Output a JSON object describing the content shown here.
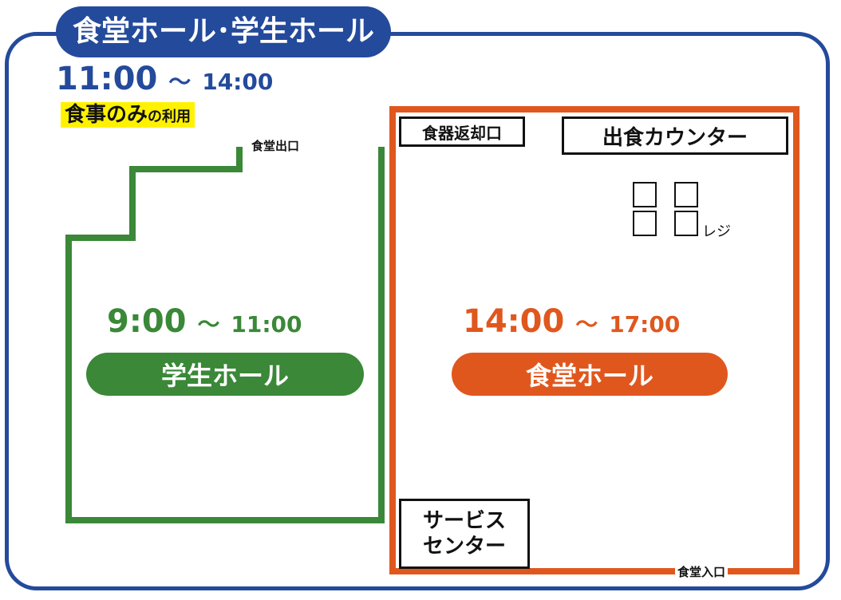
{
  "title": "食堂ホール･学生ホール",
  "overall_hours": {
    "start": "11:00",
    "end": "14:00"
  },
  "overall_note": {
    "main": "食事のみ",
    "suffix": "の利用"
  },
  "student_hall": {
    "label": "学生ホール",
    "start": "9:00",
    "end": "11:00",
    "color": "#3a8838"
  },
  "dining_hall": {
    "label": "食堂ホール",
    "start": "14:00",
    "end": "17:00",
    "color": "#e0571e"
  },
  "tilde": "～",
  "labels": {
    "exit": "食堂出口",
    "entrance": "食堂入口",
    "return_counter": "食器返却口",
    "serving_counter": "出食カウンター",
    "register": "レジ",
    "service_center_line1": "サービス",
    "service_center_line2": "センター"
  },
  "colors": {
    "frame": "#244a9b",
    "highlight": "#fff200"
  }
}
